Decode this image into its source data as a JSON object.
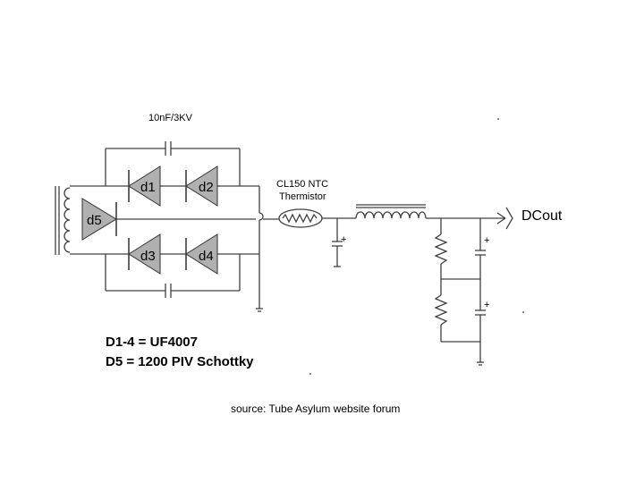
{
  "labels": {
    "cap_bridge": "10nF/3KV",
    "d1": "d1",
    "d2": "d2",
    "d3": "d3",
    "d4": "d4",
    "d5": "d5",
    "thermistor_line1": "CL150 NTC",
    "thermistor_line2": "Thermistor",
    "output": "DCout",
    "note_line1": "D1-4 = UF4007",
    "note_line2": "D5 = 1200 PIV Schottky",
    "source": "source: Tube Asylum website forum"
  }
}
